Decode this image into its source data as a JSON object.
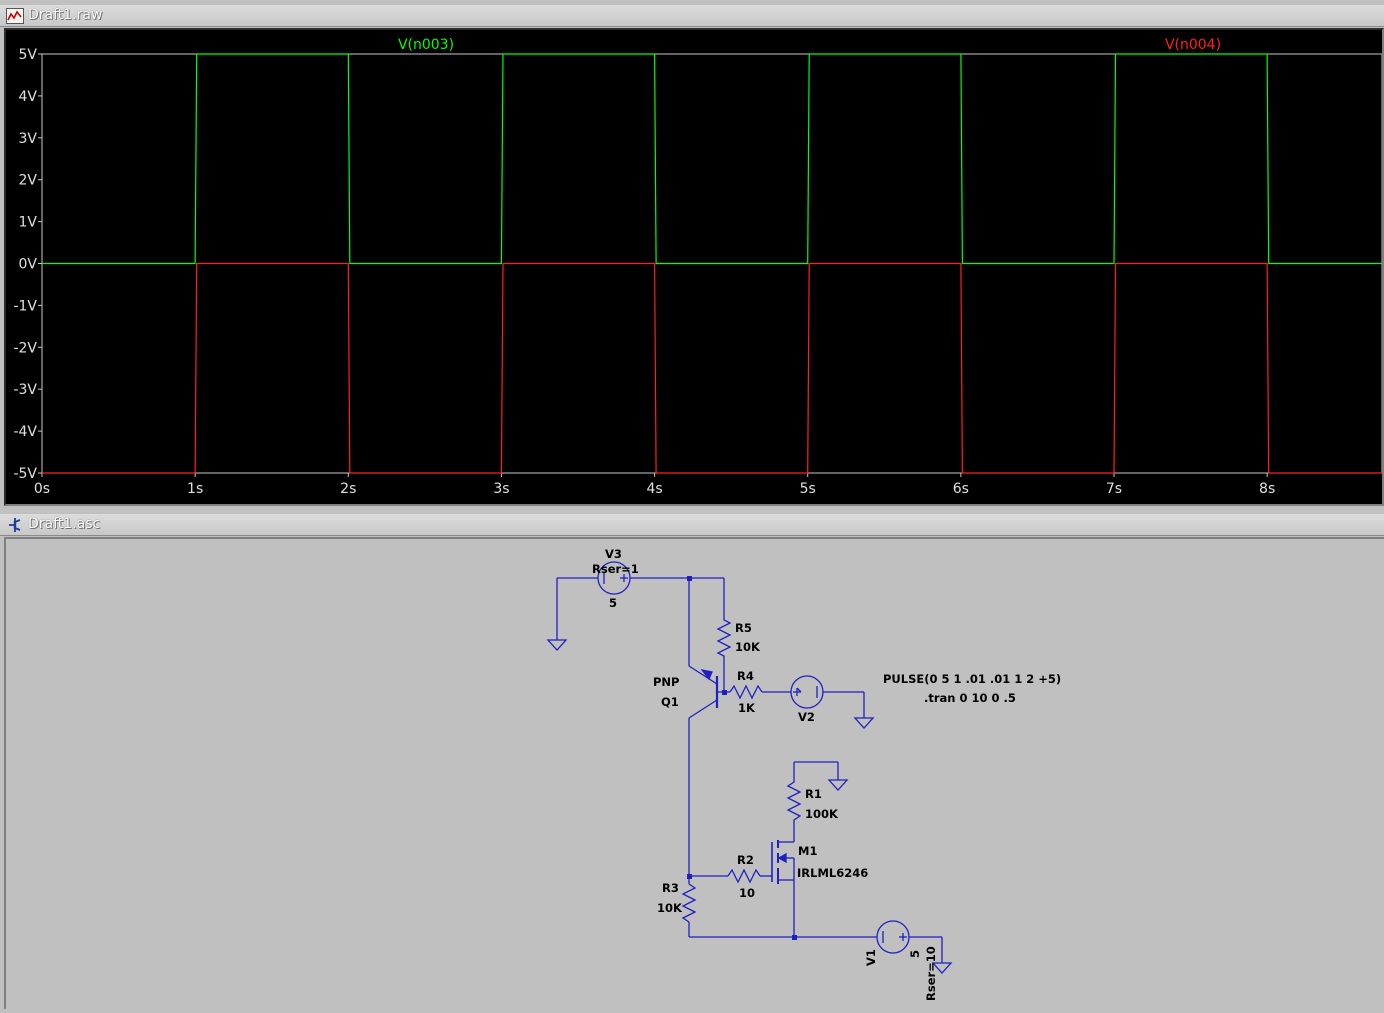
{
  "waveform_window": {
    "title": "Draft1.raw",
    "icon": "waveform-icon",
    "traces": [
      {
        "name": "V(n003)",
        "color": "#00ff00"
      },
      {
        "name": "V(n004)",
        "color": "#ff2020"
      }
    ]
  },
  "schematic_window": {
    "title": "Draft1.asc",
    "icon": "schematic-icon"
  },
  "chart_data": {
    "type": "line",
    "xlabel": "",
    "ylabel": "",
    "xlim": [
      0,
      8.75
    ],
    "ylim": [
      -5,
      5
    ],
    "x_ticks": [
      "0s",
      "1s",
      "2s",
      "3s",
      "4s",
      "5s",
      "6s",
      "7s",
      "8s"
    ],
    "y_ticks": [
      "5V",
      "4V",
      "3V",
      "2V",
      "1V",
      "0V",
      "-1V",
      "-2V",
      "-3V",
      "-4V",
      "-5V"
    ],
    "grid": false,
    "series": [
      {
        "name": "V(n003)",
        "color": "#00ff00",
        "x": [
          0,
          1,
          1.01,
          2,
          2.01,
          3,
          3.01,
          4,
          4.01,
          5,
          5.01,
          6,
          6.01,
          7,
          7.01,
          8,
          8.01,
          8.75
        ],
        "y": [
          0,
          0,
          5,
          5,
          0,
          0,
          5,
          5,
          0,
          0,
          5,
          5,
          0,
          0,
          5,
          5,
          0,
          0
        ]
      },
      {
        "name": "V(n004)",
        "color": "#ff2020",
        "x": [
          0,
          1,
          1.01,
          2,
          2.01,
          3,
          3.01,
          4,
          4.01,
          5,
          5.01,
          6,
          6.01,
          7,
          7.01,
          8,
          8.01,
          8.75
        ],
        "y": [
          -5,
          -5,
          0,
          0,
          -5,
          -5,
          0,
          0,
          -5,
          -5,
          0,
          0,
          -5,
          -5,
          0,
          0,
          -5,
          -5
        ]
      }
    ]
  },
  "schematic": {
    "V3": {
      "name": "V3",
      "attr": "Rser=1",
      "value": "5"
    },
    "R5": {
      "name": "R5",
      "value": "10K"
    },
    "R4": {
      "name": "R4",
      "value": "1K"
    },
    "Q1": {
      "type": "PNP",
      "name": "Q1"
    },
    "V2": {
      "name": "V2"
    },
    "pulse": "PULSE(0 5 1 .01 .01 1 2 +5)",
    "tran": ".tran 0 10 0 .5",
    "R1": {
      "name": "R1",
      "value": "100K"
    },
    "M1": {
      "name": "M1",
      "model": "IRLML6246"
    },
    "R2": {
      "name": "R2",
      "value": "10"
    },
    "R3": {
      "name": "R3",
      "value": "10K"
    },
    "V1": {
      "name": "V1",
      "value": "5",
      "attr": "Rser=10"
    }
  }
}
